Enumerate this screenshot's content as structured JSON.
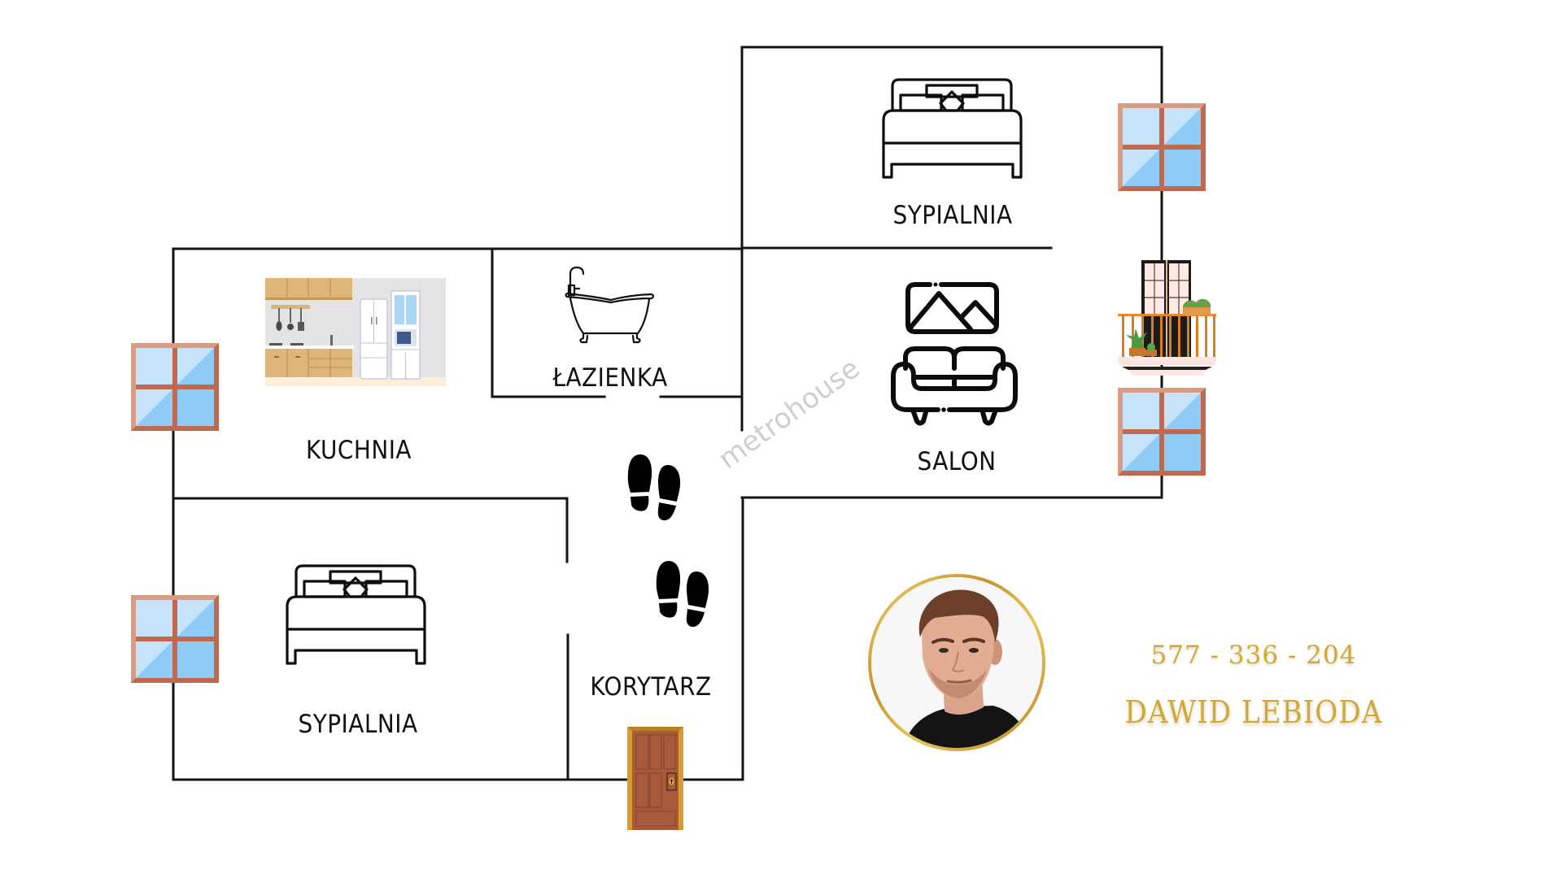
{
  "floor_plan": {
    "rooms": [
      {
        "id": "bedroom-top",
        "label": "SYPIALNIA",
        "icon": "bed-icon"
      },
      {
        "id": "kitchen",
        "label": "KUCHNIA",
        "icon": "kitchen-illustration"
      },
      {
        "id": "bathroom",
        "label": "ŁAZIENKA",
        "icon": "bathtub-icon"
      },
      {
        "id": "living-room",
        "label": "SALON",
        "icon": "picture-and-sofa-icon"
      },
      {
        "id": "bedroom-bottom",
        "label": "SYPIALNIA",
        "icon": "bed-icon"
      },
      {
        "id": "corridor",
        "label": "KORYTARZ",
        "icon": "footsteps-icon"
      }
    ],
    "fixtures": {
      "windows": 4,
      "balcony": 1,
      "entrance_door": 1
    },
    "watermark": "metrohouse"
  },
  "agent": {
    "phone": "577 - 336 - 204",
    "name": "DAWID LEBIODA",
    "photo": "agent-portrait"
  },
  "colors": {
    "wall": "#141414",
    "gold": "#d1a834",
    "window_frame": "#c0694f",
    "window_glass": "#8ecbf5",
    "door": "#a85a3a"
  }
}
